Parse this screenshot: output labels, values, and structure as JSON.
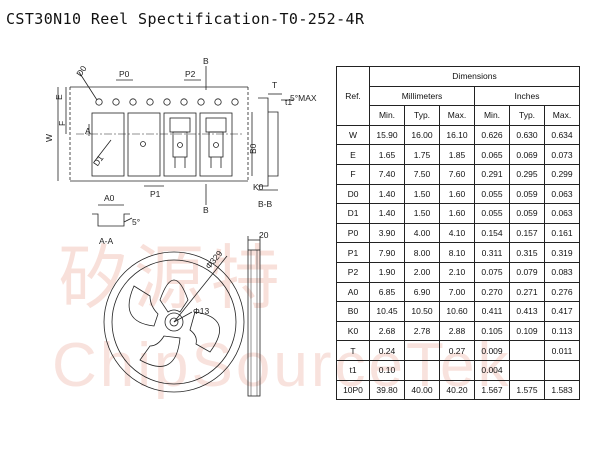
{
  "title": "CST30N10 Reel Spectification-T0-252-4R",
  "watermark": {
    "chinese": "矽源特",
    "english": "ChipSourceTek"
  },
  "drawing_labels": {
    "d0": "D0",
    "p0": "P0",
    "p2": "P2",
    "b": "B",
    "t": "T",
    "t1": "t1",
    "angle_max": "5°MAX",
    "e": "E",
    "f": "F",
    "w": "W",
    "a": "A",
    "d1": "D1",
    "p1": "P1",
    "b0": "B0",
    "k0": "K0",
    "b_b": "B-B",
    "a0": "A0",
    "angle": "5°",
    "a_a": "A-A",
    "dia_329": "Φ329",
    "dia_13": "Φ13",
    "width_20": "20"
  },
  "table": {
    "ref_header": "Ref.",
    "dimensions_header": "Dimensions",
    "millimeters_header": "Millimeters",
    "inches_header": "Inches",
    "sub_headers": [
      "Min.",
      "Typ.",
      "Max.",
      "Min.",
      "Typ.",
      "Max."
    ],
    "rows": [
      {
        "ref": "W",
        "mm_min": "15.90",
        "mm_typ": "16.00",
        "mm_max": "16.10",
        "in_min": "0.626",
        "in_typ": "0.630",
        "in_max": "0.634"
      },
      {
        "ref": "E",
        "mm_min": "1.65",
        "mm_typ": "1.75",
        "mm_max": "1.85",
        "in_min": "0.065",
        "in_typ": "0.069",
        "in_max": "0.073"
      },
      {
        "ref": "F",
        "mm_min": "7.40",
        "mm_typ": "7.50",
        "mm_max": "7.60",
        "in_min": "0.291",
        "in_typ": "0.295",
        "in_max": "0.299"
      },
      {
        "ref": "D0",
        "mm_min": "1.40",
        "mm_typ": "1.50",
        "mm_max": "1.60",
        "in_min": "0.055",
        "in_typ": "0.059",
        "in_max": "0.063"
      },
      {
        "ref": "D1",
        "mm_min": "1.40",
        "mm_typ": "1.50",
        "mm_max": "1.60",
        "in_min": "0.055",
        "in_typ": "0.059",
        "in_max": "0.063"
      },
      {
        "ref": "P0",
        "mm_min": "3.90",
        "mm_typ": "4.00",
        "mm_max": "4.10",
        "in_min": "0.154",
        "in_typ": "0.157",
        "in_max": "0.161"
      },
      {
        "ref": "P1",
        "mm_min": "7.90",
        "mm_typ": "8.00",
        "mm_max": "8.10",
        "in_min": "0.311",
        "in_typ": "0.315",
        "in_max": "0.319"
      },
      {
        "ref": "P2",
        "mm_min": "1.90",
        "mm_typ": "2.00",
        "mm_max": "2.10",
        "in_min": "0.075",
        "in_typ": "0.079",
        "in_max": "0.083"
      },
      {
        "ref": "A0",
        "mm_min": "6.85",
        "mm_typ": "6.90",
        "mm_max": "7.00",
        "in_min": "0.270",
        "in_typ": "0.271",
        "in_max": "0.276"
      },
      {
        "ref": "B0",
        "mm_min": "10.45",
        "mm_typ": "10.50",
        "mm_max": "10.60",
        "in_min": "0.411",
        "in_typ": "0.413",
        "in_max": "0.417"
      },
      {
        "ref": "K0",
        "mm_min": "2.68",
        "mm_typ": "2.78",
        "mm_max": "2.88",
        "in_min": "0.105",
        "in_typ": "0.109",
        "in_max": "0.113"
      },
      {
        "ref": "T",
        "mm_min": "0.24",
        "mm_typ": "",
        "mm_max": "0.27",
        "in_min": "0.009",
        "in_typ": "",
        "in_max": "0.011"
      },
      {
        "ref": "t1",
        "mm_min": "0.10",
        "mm_typ": "",
        "mm_max": "",
        "in_min": "0.004",
        "in_typ": "",
        "in_max": ""
      },
      {
        "ref": "10P0",
        "mm_min": "39.80",
        "mm_typ": "40.00",
        "mm_max": "40.20",
        "in_min": "1.567",
        "in_typ": "1.575",
        "in_max": "1.583"
      }
    ]
  }
}
